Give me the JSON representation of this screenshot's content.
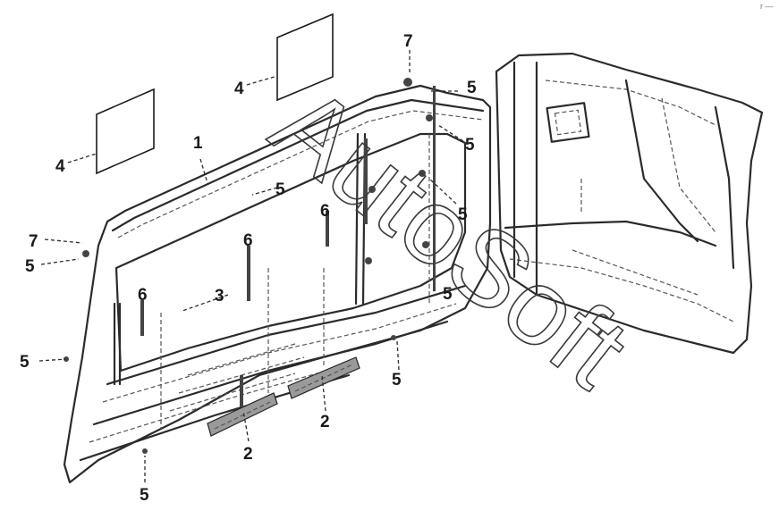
{
  "watermark": "AutoSoft",
  "corner_mark": "r —",
  "callouts": [
    "1",
    "2",
    "2",
    "3",
    "4",
    "4",
    "5",
    "5",
    "5",
    "5",
    "5",
    "5",
    "5",
    "5",
    "5",
    "6",
    "6",
    "6",
    "7",
    "7"
  ]
}
